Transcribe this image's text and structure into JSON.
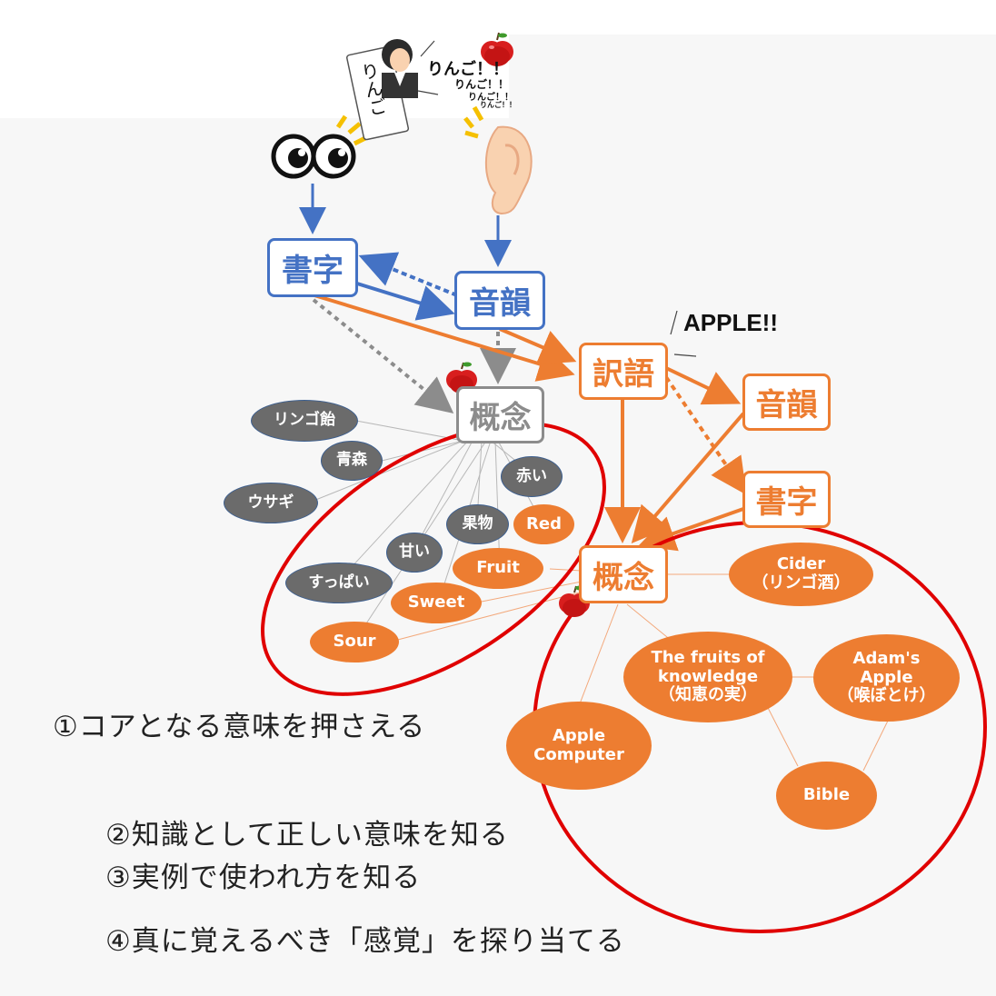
{
  "speech": {
    "scroll_text": "りんご",
    "shouts": [
      "りんご！！",
      "りんご！！",
      "りんご！！",
      "りんご！！"
    ],
    "apple_shout": "APPLE!!"
  },
  "nodes": {
    "jp_grapheme": "書字",
    "jp_phoneme": "音韻",
    "jp_concept": "概念",
    "translation": "訳語",
    "en_phoneme": "音韻",
    "en_grapheme": "書字",
    "en_concept": "概念"
  },
  "jp_associations": [
    "リンゴ飴",
    "青森",
    "ウサギ",
    "赤い",
    "果物",
    "甘い",
    "すっぱい"
  ],
  "en_associations": [
    "Red",
    "Fruit",
    "Sweet",
    "Sour"
  ],
  "en_extended": {
    "cider": [
      "Cider",
      "（リンゴ酒）"
    ],
    "fruits": [
      "The fruits of",
      "knowledge",
      "（知恵の実）"
    ],
    "adams": [
      "Adam's",
      "Apple",
      "（喉ぼとけ）"
    ],
    "computer": [
      "Apple",
      "Computer"
    ],
    "bible": "Bible"
  },
  "steps": [
    "①コアとなる意味を押さえる",
    "②知識として正しい意味を知る",
    "③実例で使われ方を知る",
    "④真に覚えるべき「感覚」を探り当てる"
  ],
  "colors": {
    "blue": "#4472c4",
    "orange": "#ed7d31",
    "gray": "#8c8c8c",
    "red": "#e00000"
  }
}
